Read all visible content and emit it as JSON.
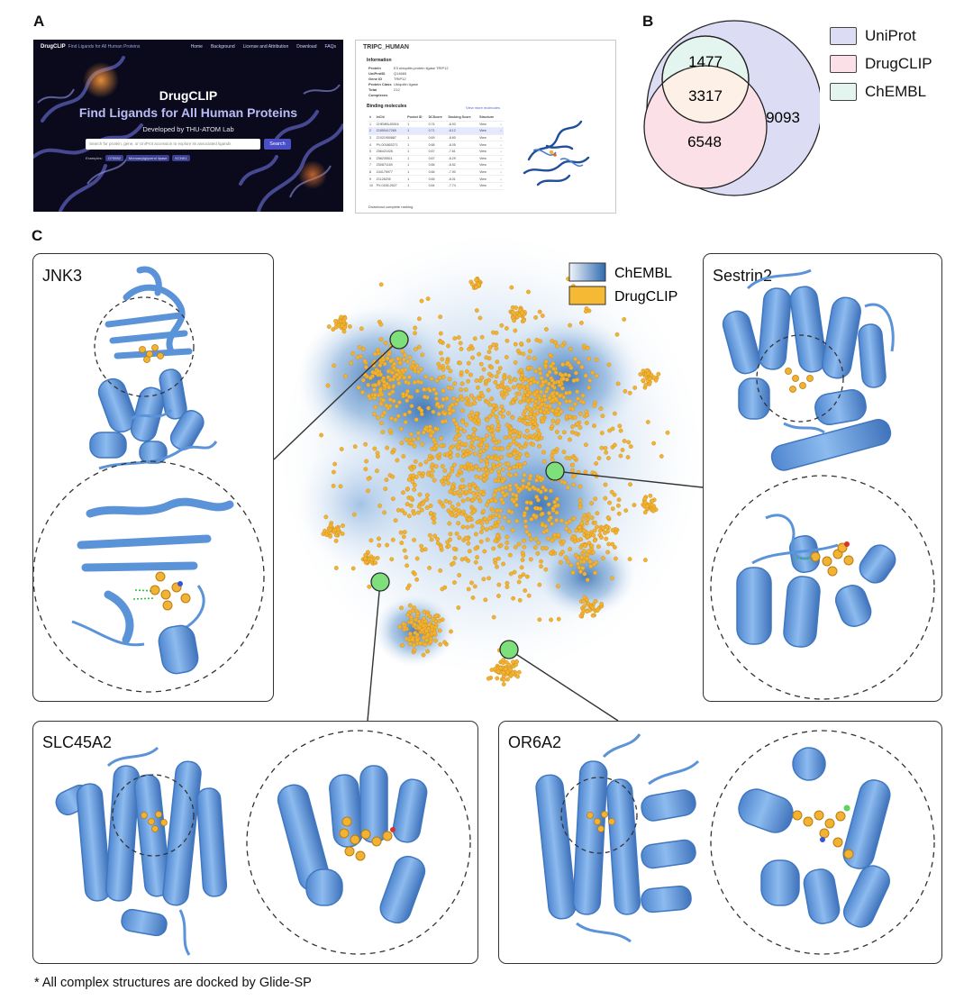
{
  "panels": {
    "a": "A",
    "b": "B",
    "c": "C"
  },
  "website": {
    "brand": "DrugCLIP",
    "tagline": "Find Ligands for All Human Proteins",
    "nav_links": [
      "Home",
      "Background",
      "License and Attribution",
      "Download",
      "FAQs"
    ],
    "title": "DrugCLIP",
    "subtitle": "Find Ligands for All Human Proteins",
    "developer": "Developed by THU-ATOM Lab",
    "search_placeholder": "Search for protein, gene, or UniProt accession to explore its associated ligands",
    "search_button": "Search",
    "examples_label": "Examples:",
    "examples": [
      "O75582",
      "Monoacylglycerol lipase",
      "KCNK1"
    ]
  },
  "protein_page": {
    "title": "TRIPC_HUMAN",
    "information_heading": "Information",
    "info_rows": [
      {
        "key": "Protein",
        "value": "E3 ubiquitin-protein ligase TRIP12"
      },
      {
        "key": "UniProtID",
        "value": "Q14669"
      },
      {
        "key": "Gene ID",
        "value": "TRIP12"
      },
      {
        "key": "Protein Class",
        "value": "Ubiquitin ligase"
      },
      {
        "key": "Total Complexes",
        "value": "212"
      }
    ],
    "binding_heading": "Binding molecules",
    "view_more": "View more molecules",
    "table_headers": [
      "#",
      "InChI",
      "Pocket ID",
      "DCScore",
      "Docking Score",
      "Structure",
      ""
    ],
    "table_rows": [
      [
        "1",
        "CHEMBL83916",
        "1",
        "0.74",
        "-8.93",
        "View",
        "↓"
      ],
      [
        "2",
        "Z1850417265",
        "1",
        "0.71",
        "-8.12",
        "View",
        "↓"
      ],
      [
        "3",
        "Z1021950887",
        "1",
        "0.69",
        "-8.60",
        "View",
        "↓"
      ],
      [
        "4",
        "PV-001863271",
        "1",
        "0.68",
        "-8.05",
        "View",
        "↓"
      ],
      [
        "5",
        "Z56421026",
        "1",
        "0.67",
        "-7.61",
        "View",
        "↓"
      ],
      [
        "6",
        "Z56235511",
        "1",
        "0.67",
        "-8.29",
        "View",
        "↓"
      ],
      [
        "7",
        "Z50871169",
        "1",
        "0.66",
        "-8.52",
        "View",
        "↓"
      ],
      [
        "8",
        "Z44175977",
        "1",
        "0.66",
        "-7.90",
        "View",
        "↓"
      ],
      [
        "9",
        "Z1128205",
        "1",
        "0.65",
        "-8.01",
        "View",
        "↓"
      ],
      [
        "10",
        "PV-0155-2627",
        "1",
        "0.64",
        "-7.74",
        "View",
        "↓"
      ]
    ],
    "download_label": "Download complete ranking"
  },
  "venn": {
    "legend": [
      {
        "label": "UniProt",
        "color": "#dcdcf4"
      },
      {
        "label": "DrugCLIP",
        "color": "#fbe1e7"
      },
      {
        "label": "ChEMBL",
        "color": "#e3f5ee"
      }
    ],
    "regions": {
      "chembl_only": "1477",
      "overlap": "3317",
      "drugclip_only": "6548",
      "uniprot_only": "9093"
    }
  },
  "scatter": {
    "legend": [
      {
        "label": "ChEMBL",
        "color": "#2f6bb0"
      },
      {
        "label": "DrugCLIP",
        "color": "#f5b934"
      }
    ]
  },
  "proteins": {
    "jnk3": "JNK3",
    "sestrin2": "Sestrin2",
    "slc45a2": "SLC45A2",
    "or6a2": "OR6A2"
  },
  "footnote": "* All complex structures are docked by Glide-SP",
  "colors": {
    "protein": "#6fa6e3",
    "protein_dark": "#3f77c0",
    "ligand": "#f2b233",
    "marker": "#7ee07a"
  }
}
